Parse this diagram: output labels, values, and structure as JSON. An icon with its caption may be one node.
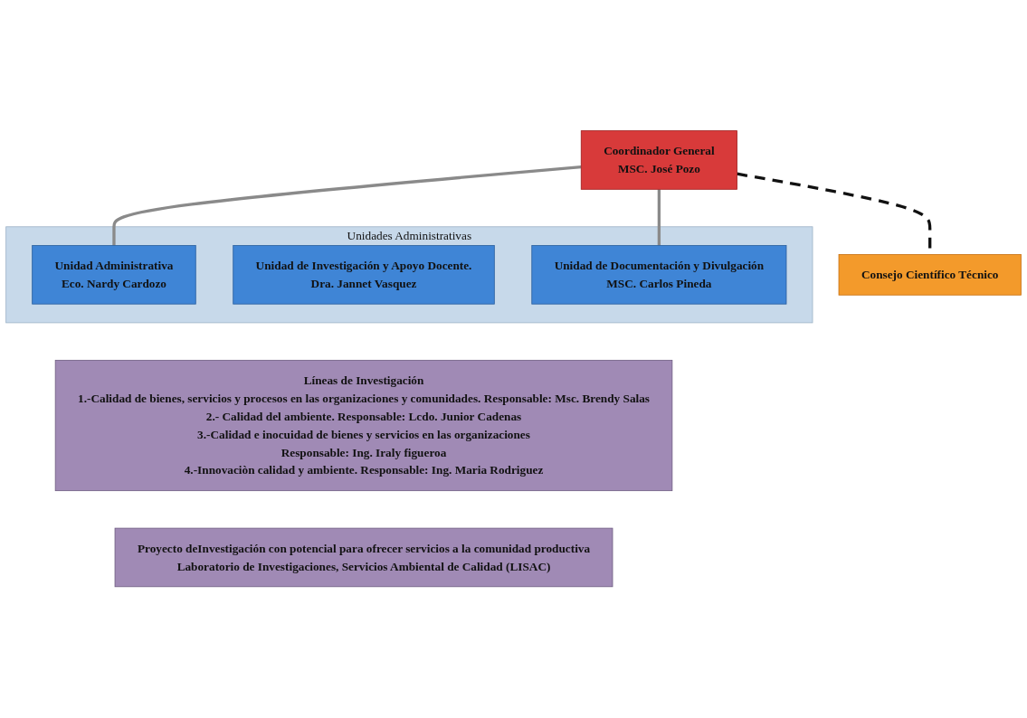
{
  "diagram": {
    "nodes": [
      {
        "text": [
          "Coordinador General",
          "MSC. José Pozo"
        ]
      },
      {
        "text": [
          "Consejo Científico Técnico"
        ]
      },
      {
        "text": [
          "Unidades Administrativas"
        ]
      },
      {
        "text": [
          "Unidad Administrativa",
          "Eco. Nardy Cardozo"
        ],
        "in": 2
      },
      {
        "text": [
          "Unidad de Investigación y Apoyo Docente.",
          "Dra. Jannet Vasquez"
        ],
        "in": 2
      },
      {
        "text": [
          "Unidad de Documentación y Divulgación",
          "MSC. Carlos Pineda"
        ],
        "in": 2
      },
      {
        "text": [
          "Líneas de Investigación",
          "1.-Calidad de bienes, servicios y procesos en las organizaciones y comunidades. Responsable: Msc. Brendy Salas",
          "2.- Calidad del ambiente. Responsable: Lcdo. Junior Cadenas",
          "3.-Calidad e inocuidad de bienes y servicios en las organizaciones",
          "Responsable: Ing. Iraly figueroa",
          "4.-Innovaciòn calidad y ambiente. Responsable: Ing. Maria Rodriguez"
        ]
      },
      {
        "text": [
          "Proyecto deInvestigación con potencial para ofrecer servicios a la comunidad productiva",
          "Laboratorio de Investigaciones, Servicios Ambiental de Calidad (LISAC)"
        ]
      }
    ],
    "edges": [
      {
        "from": 0,
        "to": 1,
        "arrow": "none",
        "style": "dashed",
        "color": "#111111"
      },
      {
        "from": 0,
        "to": 3,
        "arrow": "none"
      },
      {
        "from": 0,
        "to": 5,
        "arrow": "none"
      }
    ]
  }
}
